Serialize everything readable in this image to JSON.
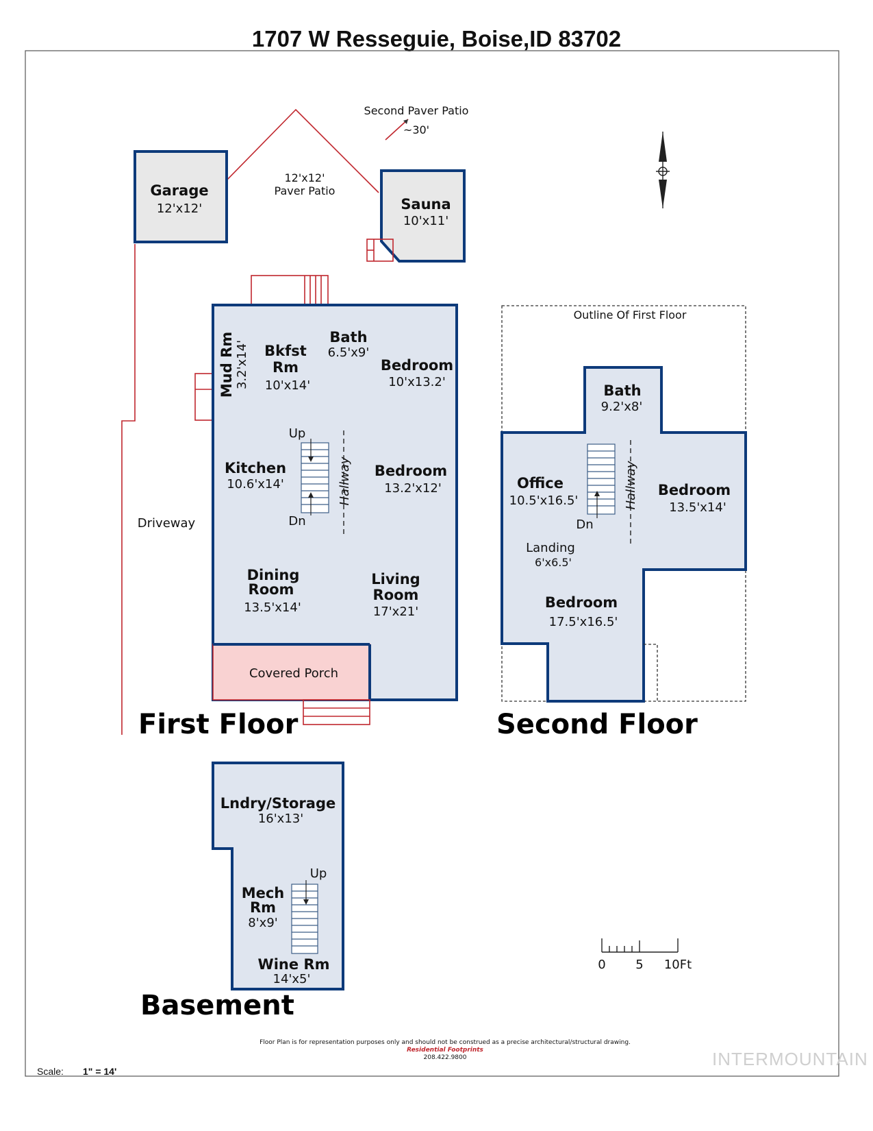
{
  "title": "1707 W Resseguie, Boise,ID 83702",
  "exterior": {
    "second_patio_label": "Second Paver Patio",
    "second_patio_distance": "~30'",
    "patio_size": "12'x12'",
    "patio_label": "Paver Patio",
    "driveway": "Driveway",
    "garage_name": "Garage",
    "garage_size": "12'x12'",
    "sauna_name": "Sauna",
    "sauna_size": "10'x11'"
  },
  "first_floor": {
    "heading": "First Floor",
    "mud_name": "Mud Rm",
    "mud_size": "3.2'x14'",
    "bkfst_line1": "Bkfst",
    "bkfst_line2": "Rm",
    "bkfst_size": "10'x14'",
    "bath_name": "Bath",
    "bath_size": "6.5'x9'",
    "bed1_name": "Bedroom",
    "bed1_size": "10'x13.2'",
    "kitchen_name": "Kitchen",
    "kitchen_size": "10.6'x14'",
    "bed2_name": "Bedroom",
    "bed2_size": "13.2'x12'",
    "up": "Up",
    "dn": "Dn",
    "hallway": "Hallway",
    "dining_line1": "Dining",
    "dining_line2": "Room",
    "dining_size": "13.5'x14'",
    "living_line1": "Living",
    "living_line2": "Room",
    "living_size": "17'x21'",
    "porch": "Covered Porch"
  },
  "second_floor": {
    "heading": "Second Floor",
    "outline": "Outline Of First Floor",
    "bath_name": "Bath",
    "bath_size": "9.2'x8'",
    "office_name": "Office",
    "office_size": "10.5'x16.5'",
    "dn": "Dn",
    "hallway": "Hallway",
    "bed1_name": "Bedroom",
    "bed1_size": "13.5'x14'",
    "landing_name": "Landing",
    "landing_size": "6'x6.5'",
    "bed2_name": "Bedroom",
    "bed2_size": "17.5'x16.5'"
  },
  "basement": {
    "heading": "Basement",
    "laundry_name": "Lndry/Storage",
    "laundry_size": "16'x13'",
    "up": "Up",
    "mech_line1": "Mech",
    "mech_line2": "Rm",
    "mech_size": "8'x9'",
    "wine_name": "Wine Rm",
    "wine_size": "14'x5'"
  },
  "scale_bar": {
    "t0": "0",
    "t5": "5",
    "t10": "10Ft"
  },
  "footer": {
    "disclaimer": "Floor Plan is for representation purposes only and should not be construed as a precise architectural/structural drawing.",
    "company": "Residential Footprints",
    "phone": "208.422.9800",
    "scale_label": "Scale:",
    "scale_value": "1\" = 14'"
  },
  "watermark": "INTERMOUNTAIN",
  "colors": {
    "wall": "#0d3a7a",
    "room_fill": "#dfe5ef",
    "porch_fill": "#f9d2d2",
    "red_line": "#c0262d"
  }
}
